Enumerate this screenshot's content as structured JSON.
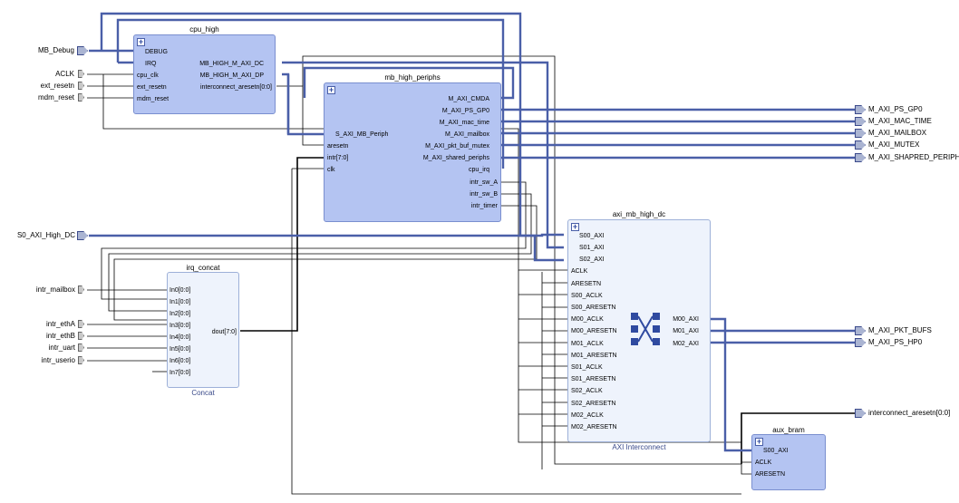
{
  "colors": {
    "block_fill": "#b4c4f2",
    "concat_fill": "#eef3fc",
    "bus_wire": "#4a5fa8",
    "wire": "#000000",
    "page_bg": "#ffffff"
  },
  "external_inputs": [
    {
      "id": "mb_debug",
      "label": "MB_Debug"
    },
    {
      "id": "aclk",
      "label": "ACLK"
    },
    {
      "id": "ext_resetn",
      "label": "ext_resetn"
    },
    {
      "id": "mdm_reset",
      "label": "mdm_reset"
    },
    {
      "id": "s0_axi_high_dc",
      "label": "S0_AXI_High_DC"
    },
    {
      "id": "intr_mailbox",
      "label": "intr_mailbox"
    },
    {
      "id": "intr_etha",
      "label": "intr_ethA"
    },
    {
      "id": "intr_ethb",
      "label": "intr_ethB"
    },
    {
      "id": "intr_uart",
      "label": "intr_uart"
    },
    {
      "id": "intr_userio",
      "label": "intr_userio"
    }
  ],
  "external_outputs": [
    {
      "id": "m_axi_ps_gp0",
      "label": "M_AXI_PS_GP0"
    },
    {
      "id": "m_axi_mac_time",
      "label": "M_AXI_MAC_TIME"
    },
    {
      "id": "m_axi_mailbox",
      "label": "M_AXI_MAILBOX"
    },
    {
      "id": "m_axi_mutex",
      "label": "M_AXI_MUTEX"
    },
    {
      "id": "m_axi_shapred_periph",
      "label": "M_AXI_SHAPRED_PERIPH"
    },
    {
      "id": "m_axi_pkt_bufs",
      "label": "M_AXI_PKT_BUFS"
    },
    {
      "id": "m_axi_ps_hp0",
      "label": "M_AXI_PS_HP0"
    },
    {
      "id": "interconnect_aresetn",
      "label": "interconnect_aresetn[0:0]"
    }
  ],
  "blocks": {
    "cpu_high": {
      "title": "cpu_high",
      "left_ports": [
        "DEBUG",
        "IRQ",
        "cpu_clk",
        "ext_resetn",
        "mdm_reset"
      ],
      "right_ports": [
        "MB_HIGH_M_AXI_DC",
        "MB_HIGH_M_AXI_DP",
        "interconnect_aresetn[0:0]"
      ]
    },
    "mb_high_periphs": {
      "title": "mb_high_periphs",
      "left_ports": [
        "S_AXI_MB_Periph",
        "aresetn",
        "intr[7:0]",
        "clk"
      ],
      "right_ports": [
        "M_AXI_CMDA",
        "M_AXI_PS_GP0",
        "M_AXI_mac_time",
        "M_AXI_mailbox",
        "M_AXI_pkt_buf_mutex",
        "M_AXI_shared_periphs",
        "cpu_irq",
        "intr_sw_A",
        "intr_sw_B",
        "intr_timer"
      ]
    },
    "irq_concat": {
      "title": "irq_concat",
      "subtitle": "Concat",
      "left_ports": [
        "In0[0:0]",
        "In1[0:0]",
        "In2[0:0]",
        "In3[0:0]",
        "In4[0:0]",
        "In5[0:0]",
        "In6[0:0]",
        "In7[0:0]"
      ],
      "right_ports": [
        "dout[7:0]"
      ]
    },
    "axi_mb_high_dc": {
      "title": "axi_mb_high_dc",
      "subtitle": "AXI Interconnect",
      "left_ports": [
        "S00_AXI",
        "S01_AXI",
        "S02_AXI",
        "ACLK",
        "ARESETN",
        "S00_ACLK",
        "S00_ARESETN",
        "M00_ACLK",
        "M00_ARESETN",
        "M01_ACLK",
        "M01_ARESETN",
        "S01_ACLK",
        "S01_ARESETN",
        "S02_ACLK",
        "S02_ARESETN",
        "M02_ACLK",
        "M02_ARESETN"
      ],
      "right_ports": [
        "M00_AXI",
        "M01_AXI",
        "M02_AXI"
      ]
    },
    "aux_bram": {
      "title": "aux_bram",
      "left_ports": [
        "S00_AXI",
        "ACLK",
        "ARESETN"
      ]
    }
  }
}
